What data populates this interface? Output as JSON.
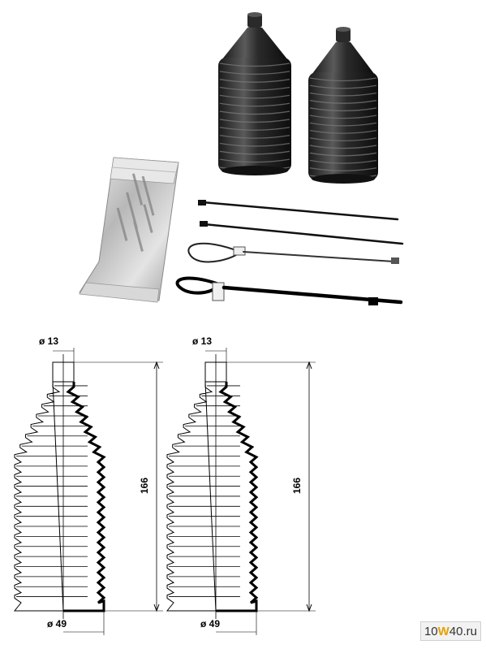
{
  "photo": {
    "boots": [
      {
        "name": "steering-boot-left"
      },
      {
        "name": "steering-boot-right"
      }
    ],
    "grease_packet": {
      "name": "grease-sachet"
    },
    "cable_ties": {
      "count": 4,
      "color": "#111111"
    }
  },
  "drawings": [
    {
      "top_diameter_label": "ø 13",
      "bottom_diameter_label": "ø 49",
      "length_label": "166"
    },
    {
      "top_diameter_label": "ø 13",
      "bottom_diameter_label": "ø 49",
      "length_label": "166"
    }
  ],
  "watermark": {
    "part1": "10",
    "part2": "W",
    "part3": "40",
    "part4": ".ru",
    "accent_color": "#e8a000"
  }
}
